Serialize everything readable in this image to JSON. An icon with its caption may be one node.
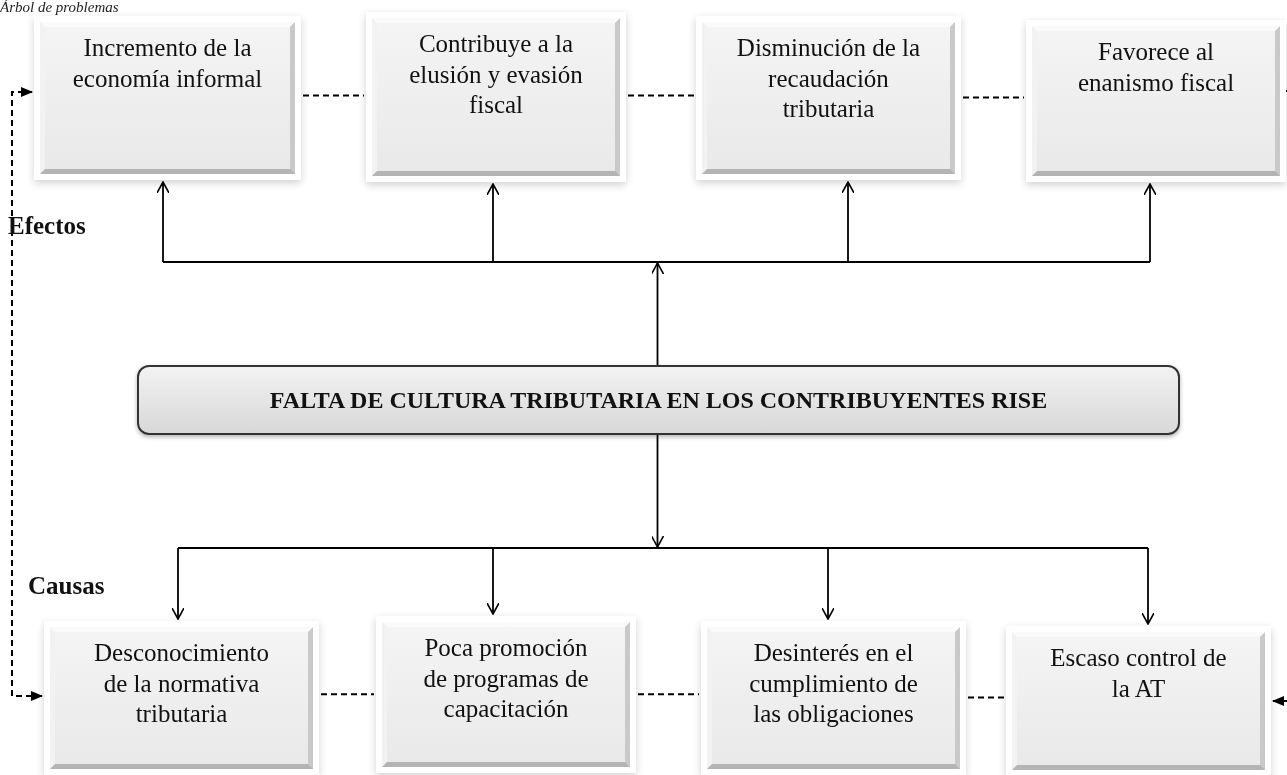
{
  "diagram": {
    "title": "Árbol de problemas",
    "nodes": [
      {
        "text": [
          "Incremento de la economía informal"
        ]
      },
      {
        "text": [
          "Contribuye a la elusión y evasión fiscal"
        ]
      },
      {
        "text": [
          "Disminución de la recaudación tributaria"
        ]
      },
      {
        "text": [
          "Favorece al enanismo fiscal"
        ]
      },
      {
        "text": [
          "FALTA DE CULTURA TRIBUTARIA EN LOS CONTRIBUYENTES RISE"
        ]
      },
      {
        "text": [
          "Desconocimiento de la normativa tributaria"
        ]
      },
      {
        "text": [
          "Poca promoción de programas de capacitación"
        ]
      },
      {
        "text": [
          "Desinterés en el cumplimiento de las obligaciones"
        ]
      },
      {
        "text": [
          "Escaso control de la AT"
        ]
      }
    ],
    "edges": [
      {
        "from": 0,
        "to": 1,
        "arrow": "none",
        "style": "dashed"
      },
      {
        "from": 1,
        "to": 2,
        "arrow": "none",
        "style": "dashed"
      },
      {
        "from": 2,
        "to": 3,
        "arrow": "none",
        "style": "dashed"
      },
      {
        "from": 5,
        "to": 6,
        "arrow": "none",
        "style": "dashed"
      },
      {
        "from": 6,
        "to": 7,
        "arrow": "none",
        "style": "dashed"
      },
      {
        "from": 7,
        "to": 8,
        "arrow": "none",
        "style": "dashed"
      },
      {
        "from": 5,
        "to": 0,
        "arrow": "both",
        "style": "dashed"
      },
      {
        "from": null,
        "to": 3,
        "arrow": "to",
        "style": "dashed"
      },
      {
        "from": null,
        "to": 8,
        "arrow": "to",
        "style": "dashed"
      },
      {
        "from": 4,
        "to": 0,
        "arrow": "to"
      },
      {
        "from": 4,
        "to": 1,
        "arrow": "to"
      },
      {
        "from": 4,
        "to": 2,
        "arrow": "to"
      },
      {
        "from": 4,
        "to": 3,
        "arrow": "to"
      },
      {
        "from": 4,
        "to": 5,
        "arrow": "to"
      },
      {
        "from": 4,
        "to": 6,
        "arrow": "to"
      },
      {
        "from": 4,
        "to": 7,
        "arrow": "to"
      },
      {
        "from": 4,
        "to": 8,
        "arrow": "to"
      }
    ],
    "labels": [
      "Efectos",
      "Causas"
    ]
  }
}
